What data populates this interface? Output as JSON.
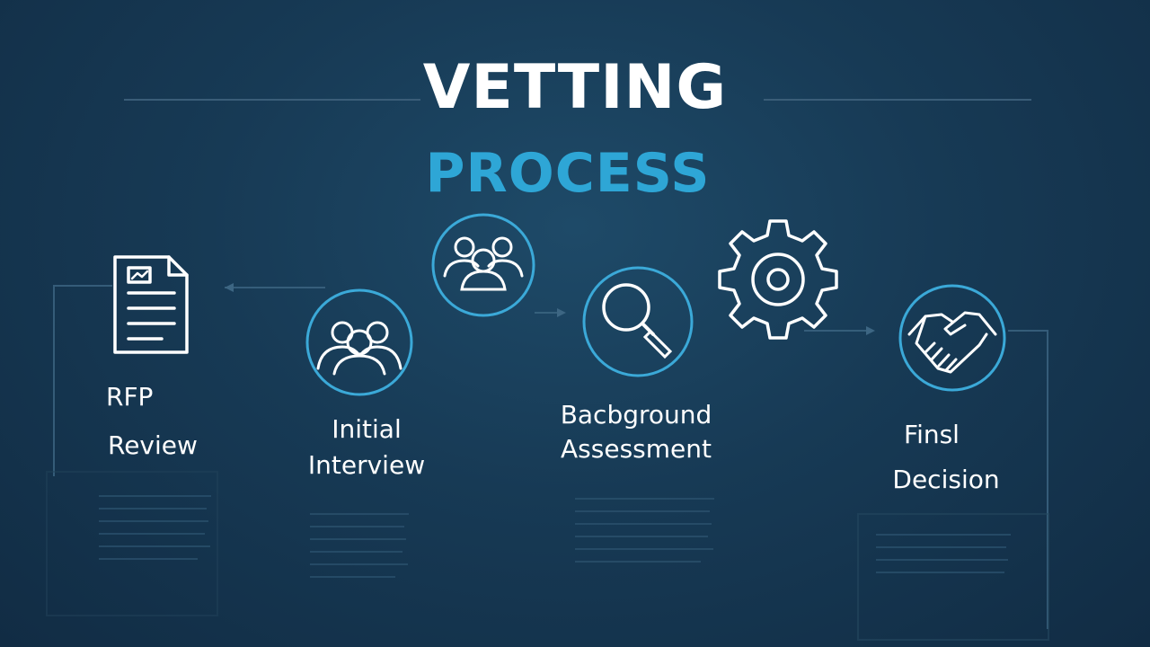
{
  "title": {
    "line1": "VETTING",
    "line2": "PROCESS"
  },
  "colors": {
    "background": "#173a55",
    "accent": "#2ea6d6",
    "icon_stroke": "#ffffff",
    "circle_stroke": "#3ba9d8"
  },
  "steps": [
    {
      "icon": "document-icon",
      "line1": "RFP",
      "line2": "Review"
    },
    {
      "icon": "team-icon",
      "line1": "Initial",
      "line2": "Interview"
    },
    {
      "icon": "team-icon",
      "line1": "",
      "line2": ""
    },
    {
      "icon": "magnifier-icon",
      "line1": "Bacbground",
      "line2": "Assessment"
    },
    {
      "icon": "gear-icon",
      "line1": "",
      "line2": ""
    },
    {
      "icon": "handshake-icon",
      "line1": "Finsl",
      "line2": "Decision"
    }
  ]
}
